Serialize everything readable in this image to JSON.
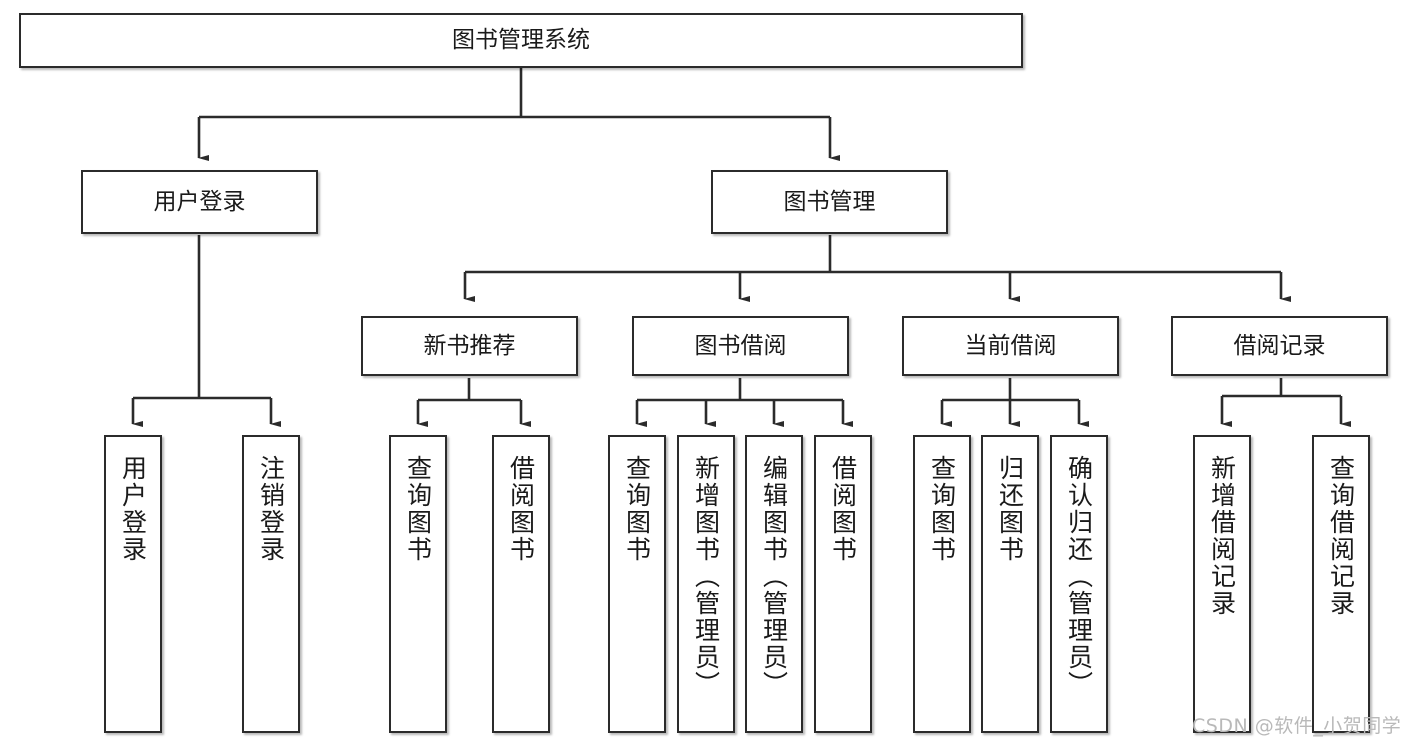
{
  "diagram": {
    "type": "hierarchy-tree",
    "title": "图书管理系统",
    "root": {
      "id": "root",
      "label": "图书管理系统"
    },
    "level2": [
      {
        "id": "user-login",
        "label": "用户登录"
      },
      {
        "id": "book-management",
        "label": "图书管理"
      }
    ],
    "level3": [
      {
        "id": "new-book-recommend",
        "label": "新书推荐",
        "parent": "book-management"
      },
      {
        "id": "book-borrow",
        "label": "图书借阅",
        "parent": "book-management"
      },
      {
        "id": "current-borrow",
        "label": "当前借阅",
        "parent": "book-management"
      },
      {
        "id": "borrow-record",
        "label": "借阅记录",
        "parent": "book-management"
      }
    ],
    "leaves": [
      {
        "id": "leaf-user-login",
        "label": "用户登录",
        "parent": "user-login"
      },
      {
        "id": "leaf-logout",
        "label": "注销登录",
        "parent": "user-login"
      },
      {
        "id": "leaf-query-book-1",
        "label": "查询图书",
        "parent": "new-book-recommend"
      },
      {
        "id": "leaf-borrow-book-1",
        "label": "借阅图书",
        "parent": "new-book-recommend"
      },
      {
        "id": "leaf-query-book-2",
        "label": "查询图书",
        "parent": "book-borrow"
      },
      {
        "id": "leaf-add-book",
        "label": "新增图书（管理员）",
        "parent": "book-borrow"
      },
      {
        "id": "leaf-edit-book",
        "label": "编辑图书（管理员）",
        "parent": "book-borrow"
      },
      {
        "id": "leaf-borrow-book-2",
        "label": "借阅图书",
        "parent": "book-borrow"
      },
      {
        "id": "leaf-query-book-3",
        "label": "查询图书",
        "parent": "current-borrow"
      },
      {
        "id": "leaf-return-book",
        "label": "归还图书",
        "parent": "current-borrow"
      },
      {
        "id": "leaf-confirm-return",
        "label": "确认归还（管理员）",
        "parent": "current-borrow"
      },
      {
        "id": "leaf-add-record",
        "label": "新增借阅记录",
        "parent": "borrow-record"
      },
      {
        "id": "leaf-query-record",
        "label": "查询借阅记录",
        "parent": "borrow-record"
      }
    ],
    "colors": {
      "box_border": "#2b2b2b",
      "box_fill": "#ffffff",
      "connector": "#2b2b2b",
      "text": "#1a1a1a",
      "watermark": "#b9b9b9"
    }
  },
  "watermark": {
    "text": "CSDN @软件_小贺同学"
  }
}
